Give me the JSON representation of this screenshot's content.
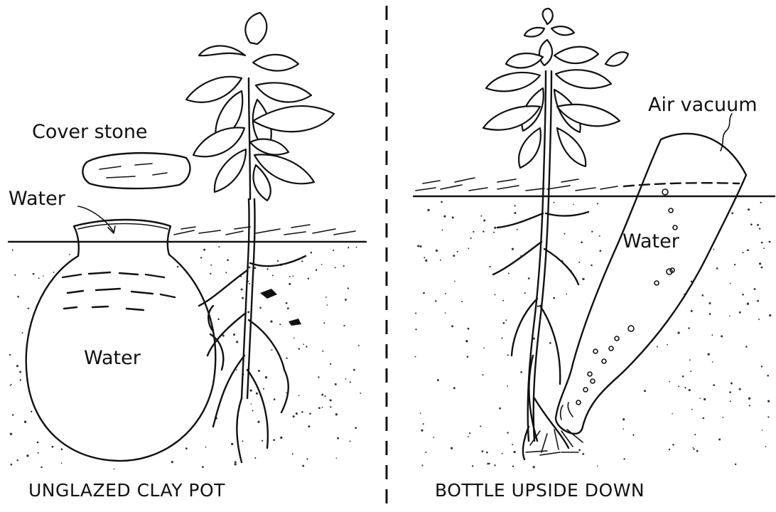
{
  "left_panel": {
    "labels": {
      "cover_stone": "Cover stone",
      "water_top": "Water",
      "water_pot": "Water"
    },
    "caption": "UNGLAZED CLAY POT"
  },
  "right_panel": {
    "labels": {
      "air_vacuum": "Air vacuum",
      "water_bottle": "Water"
    },
    "caption": "BOTTLE UPSIDE DOWN"
  },
  "colors": {
    "ink": "#111111",
    "background": "#ffffff"
  }
}
